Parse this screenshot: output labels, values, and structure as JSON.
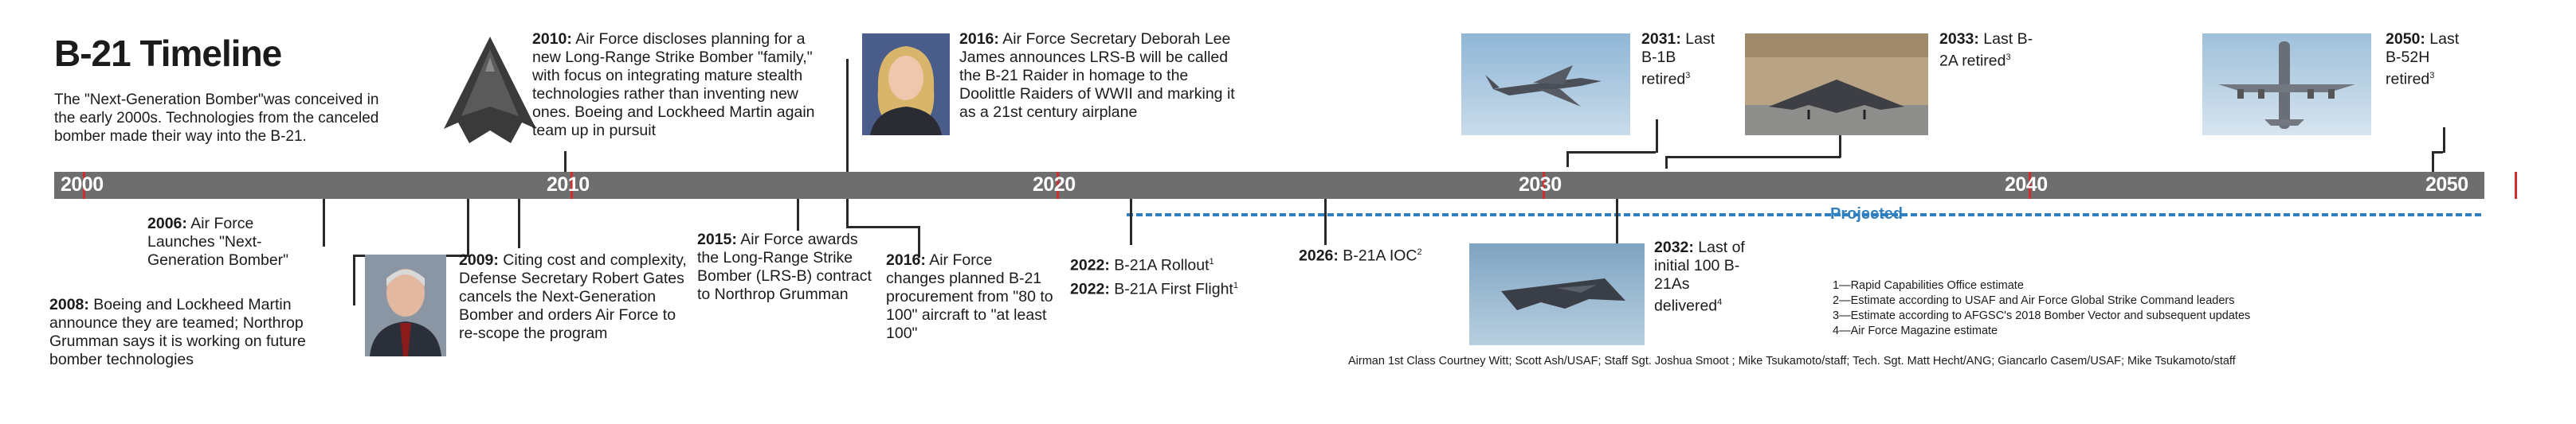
{
  "title": "B-21 Timeline",
  "intro": "The \"Next-Generation Bomber\"was conceived in the early 2000s. Technologies from the canceled bomber made their way into the B-21.",
  "axis": {
    "years": [
      "2000",
      "2010",
      "2020",
      "2030",
      "2040",
      "2050"
    ],
    "projected_label": "Projected"
  },
  "events": {
    "e2006": {
      "year": "2006:",
      "text": "Air Force Launches \"Next-Generation Bomber\""
    },
    "e2008": {
      "year": "2008:",
      "text": "Boeing and Lockheed Martin announce they are teamed; Northrop Grumman says it is working on future bomber technologies"
    },
    "e2009": {
      "year": "2009:",
      "text": "Citing cost and complexity, Defense Secretary Robert Gates cancels the Next-Generation Bomber and orders Air Force to re-scope the program"
    },
    "e2010": {
      "year": "2010:",
      "text": "Air Force discloses planning for a new Long-Range Strike Bomber \"family,\" with focus on integrating mature stealth technologies rather than inventing new ones. Boeing and Lockheed Martin again team up in pursuit"
    },
    "e2015": {
      "year": "2015:",
      "text": "Air Force awards the Long-Range Strike Bomber (LRS-B) contract to Northrop Grumman"
    },
    "e2016a": {
      "year": "2016:",
      "text": "Air Force Secretary Deborah Lee James announces LRS-B will be called the B-21 Raider in homage to the Doolittle Raiders of WWII and marking it as a 21st century airplane"
    },
    "e2016b": {
      "year": "2016:",
      "text": "Air Force changes planned B-21 procurement from \"80 to 100\" aircraft to \"at least 100\""
    },
    "e2022a": {
      "year": "2022:",
      "text": "B-21A Rollout",
      "note": "1"
    },
    "e2022b": {
      "year": "2022:",
      "text": "B-21A First Flight",
      "note": "1"
    },
    "e2026": {
      "year": "2026:",
      "text": "B-21A IOC",
      "note": "2"
    },
    "e2031": {
      "year": "2031:",
      "text": "Last B-1B retired",
      "note": "3"
    },
    "e2032": {
      "year": "2032:",
      "text": "Last of initial 100 B-21As delivered",
      "note": "4"
    },
    "e2033": {
      "year": "2033:",
      "text": "Last B-2A retired",
      "note": "3"
    },
    "e2050": {
      "year": "2050:",
      "text": "Last B-52H retired",
      "note": "3"
    }
  },
  "footnotes": [
    "1—Rapid Capabilities Office estimate",
    "2—Estimate according to USAF and Air Force Global Strike Command leaders",
    "3—Estimate according to AFGSC's 2018 Bomber Vector and subsequent updates",
    "4—Air Force Magazine estimate"
  ],
  "credits": "Airman 1st Class Courtney Witt; Scott Ash/USAF; Staff Sgt. Joshua Smoot ; Mike Tsukamoto/staff; Tech. Sgt. Matt Hecht/ANG; Giancarlo Casem/USAF; Mike Tsukamoto/staff",
  "colors": {
    "bar": "#6e6e6e",
    "tick": "#cf2e2e",
    "projected": "#2f7fc1"
  }
}
